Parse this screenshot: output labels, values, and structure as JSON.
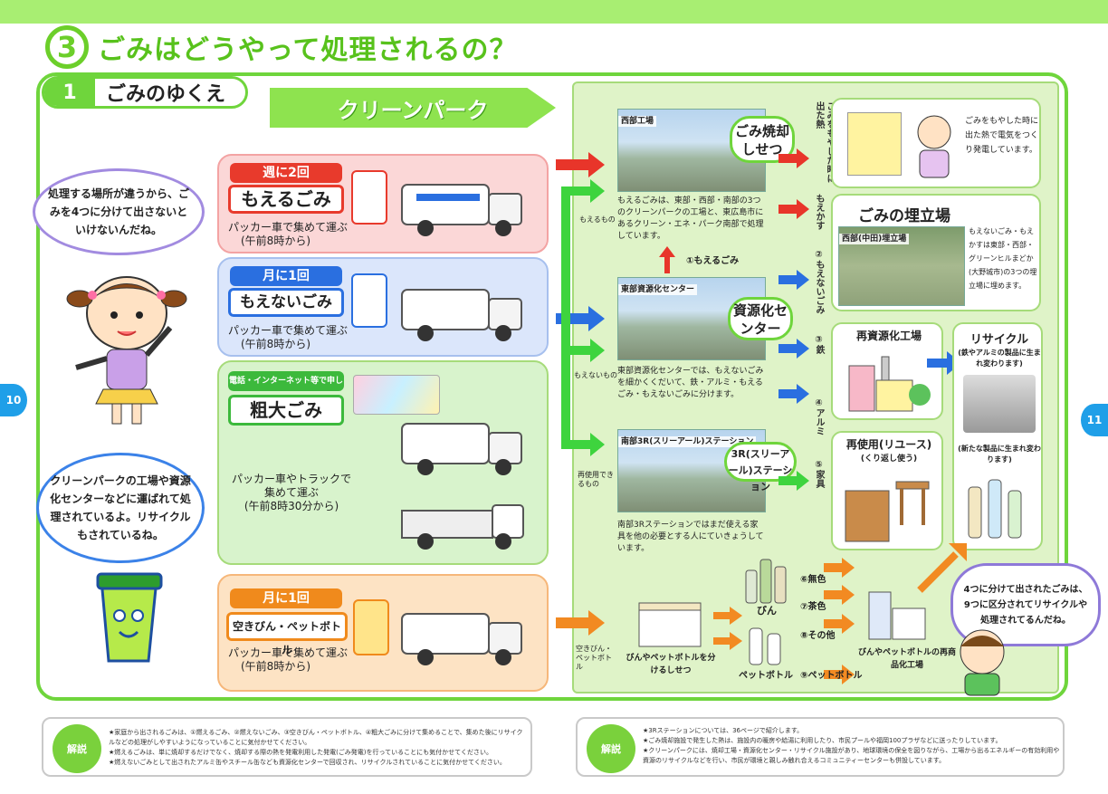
{
  "header": {
    "number": "3",
    "title": "ごみはどうやって処理されるの？"
  },
  "section": {
    "number": "1",
    "title": "ごみのゆくえ"
  },
  "banner": "クリーンパーク",
  "categories": [
    {
      "head": "週に2回",
      "name": "もえるごみ",
      "desc1": "パッカー車で集めて運ぶ",
      "desc2": "(午前8時から)",
      "color": "#e83a2c"
    },
    {
      "head": "月に1回",
      "name": "もえないごみ",
      "desc1": "パッカー車で集めて運ぶ",
      "desc2": "(午前8時から)",
      "color": "#2a6fe0"
    },
    {
      "head": "電話・インターネット等で申し込む",
      "name": "粗大ごみ",
      "desc1": "パッカー車やトラックで",
      "desc2": "集めて運ぶ",
      "desc3": "(午前8時30分から)",
      "color": "#3cb93c"
    },
    {
      "head": "月に1回",
      "name": "空きびん・ペットボトル",
      "desc1": "パッカー車で集めて運ぶ",
      "desc2": "(午前8時から)",
      "color": "#f08a1c"
    }
  ],
  "bubbles": {
    "girl": "処理する場所が違うから、ごみを4つに分けて出さないといけないんだね。",
    "mascot": "クリーンパークの工場や資源化センターなどに運ばれて処理されているよ。リサイクルもされているね。",
    "boy": "4つに分けて出されたごみは、9つに区分されてリサイクルや処理されてるんだね。"
  },
  "facilities": {
    "west": {
      "label": "西部工場",
      "desc": "もえるごみは、東部・西部・南部の3つのクリーンパークの工場と、東広島市にあるクリーン・エネ・パーク南部で処理しています。"
    },
    "incinerator_badge": "ごみ焼却しせつ",
    "east": {
      "label": "東部資源化センター",
      "desc": "東部資源化センターでは、もえないごみを細かくくだいて、鉄・アルミ・もえるごみ・もえないごみに分けます。"
    },
    "resource_badge": "資源化センター",
    "threeR": {
      "label": "南部3R(スリーアール)ステーション",
      "desc": "南部3Rステーションではまだ使える家具を他の必要とする人にていきょうしています。"
    },
    "threeR_badge": "3R(スリーアール)ステーション",
    "sorting": "びんやペットボトルを分けるしせつ",
    "recycle_plant": "びんやペットボトルの再商品化工場"
  },
  "flow_labels": {
    "moeru": "もえるもの",
    "moenai": "もえないもの",
    "reuse": "再使用できるもの",
    "bottle": "空きびん・ペットボトル",
    "step1": "①もえるごみ",
    "v_heat": "ごみをもやした時に出た熱",
    "v_ash": "もえかす",
    "v_noncomb": "②もえないごみ",
    "v_iron": "③鉄",
    "v_alu": "④アルミ",
    "v_furniture": "⑤家具",
    "s6": "⑥無色",
    "s7": "⑦茶色",
    "s8": "⑧その他",
    "s9": "⑨ペットボトル",
    "bin": "びん",
    "pet": "ペットボトル"
  },
  "destinations": {
    "power": "ごみをもやした時に出た熱で電気をつくり発電しています。",
    "landfill_title": "ごみの埋立場",
    "landfill_photo": "西部(中田)埋立場",
    "landfill_desc": "もえないごみ・もえかすは東部・西部・グリーンヒルまどか(大野城市)の3つの埋立場に埋めます。",
    "recycle_plant_title": "再資源化工場",
    "recycle_title": "リサイクル",
    "recycle_desc": "(鉄やアルミの製品に生まれ変わります)",
    "reuse_title": "再使用(リユース)",
    "reuse_sub": "(くり返し使う)",
    "new_product": "(新たな製品に生まれ変わります)"
  },
  "pages": {
    "left": "10",
    "right": "11"
  },
  "footer": {
    "left_tag": "解説",
    "left_lines": [
      "★家庭から出されるごみは、①燃えるごみ、②燃えないごみ、③空きびん・ペットボトル、④粗大ごみに分けて集めることで、集めた後にリサイクルなどの処理がしやすいようになっていることに気付かせてください。",
      "★燃えるごみは、単に焼却するだけでなく、焼却する際の熱を発電利用した発電(ごみ発電)を行っていることにも気付かせてください。",
      "★燃えないごみとして出されたアルミ缶やスチール缶なども資源化センターで回収され、リサイクルされていることに気付かせてください。"
    ],
    "right_tag": "解説",
    "right_lines": [
      "★3Rステーションについては、36ページで紹介します。",
      "★ごみ焼却施設で発生した熱は、施設内の暖房や給湯に利用したり、市民プールや福岡100プラザなどに送ったりしています。",
      "★クリーンパークには、焼却工場・資源化センター・リサイクル施設があり、地球環境の保全を図りながら、工場から出るエネルギーの有効利用や資源のリサイクルなどを行い、市民が環境と親しみ触れ合えるコミュニティーセンターも併設しています。"
    ]
  }
}
